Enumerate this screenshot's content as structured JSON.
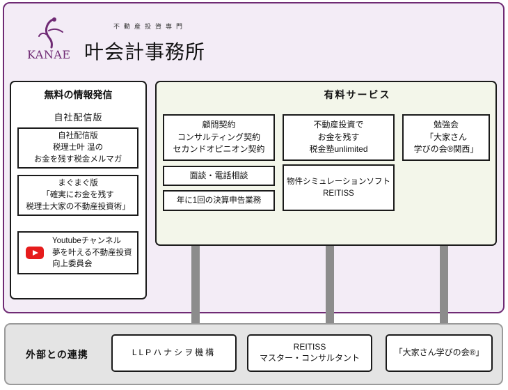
{
  "header": {
    "logo_text": "KANAE",
    "tagline": "不動産投資専門",
    "office_name": "叶会計事務所",
    "brand_color": "#6f2a74"
  },
  "free_info": {
    "title": "無料の情報発信",
    "subtitle": "自社配信版",
    "items": [
      {
        "lines": [
          "自社配信版",
          "税理士叶 温の",
          "お金を残す税金メルマガ"
        ]
      },
      {
        "lines": [
          "まぐまぐ版",
          "「確実にお金を残す",
          "税理士大家の不動産投資術」"
        ]
      },
      {
        "icon": "youtube-icon",
        "lines": [
          "Youtubeチャンネル",
          "夢を叶える不動産投資",
          "向上委員会"
        ]
      }
    ]
  },
  "paid_services": {
    "title": "有料サービス",
    "items": [
      {
        "lines": [
          "顧問契約",
          "コンサルティング契約",
          "セカンドオピニオン契約"
        ]
      },
      {
        "lines": [
          "面談・電話相談"
        ]
      },
      {
        "lines": [
          "年に1回の決算申告業務"
        ]
      },
      {
        "lines": [
          "不動産投資で",
          "お金を残す",
          "税金塾unlimited"
        ]
      },
      {
        "lines": [
          "物件シミュレーションソフト",
          "REITISS"
        ]
      },
      {
        "lines": [
          "勉強会",
          "「大家さん",
          "学びの会®関西」"
        ]
      }
    ]
  },
  "partners": {
    "title": "外部との連携",
    "items": [
      {
        "lines": [
          "LLPハナシヲ機構"
        ]
      },
      {
        "lines": [
          "REITISS",
          "マスター・コンサルタント"
        ]
      },
      {
        "lines": [
          "「大家さん学びの会®」"
        ]
      }
    ]
  }
}
